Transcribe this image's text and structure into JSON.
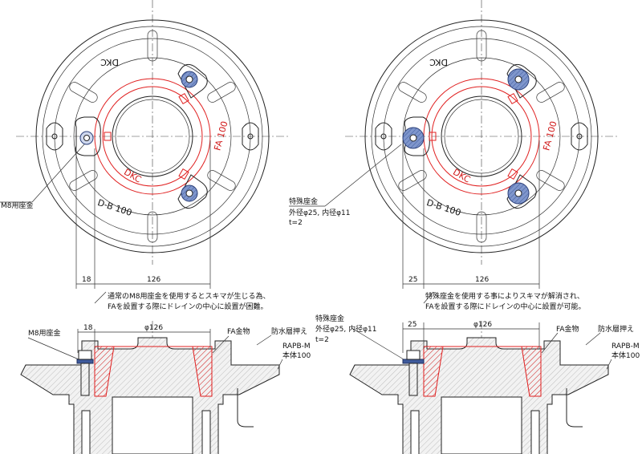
{
  "left_top": {
    "text_dkc_body": "DKC",
    "text_db100": "D-B 100",
    "text_fa100": "FA 100",
    "text_dkc_ring": "DKC",
    "callout_washer": "M8用座金",
    "dim_left": "18",
    "dim_right": "126",
    "note_line1": "通常のM8用座金を使用するとスキマが生じる為、",
    "note_line2": "FAを設置する際にドレインの中心に設置が困難。"
  },
  "right_top": {
    "text_dkc_body": "DKC",
    "text_db100": "D-B 100",
    "text_fa100": "FA 100",
    "text_dkc_ring": "DKC",
    "callout_line1": "特殊座金",
    "callout_line2": "外径φ25, 内径φ11",
    "callout_line3": "t=2",
    "dim_left": "25",
    "dim_right": "126",
    "note_line1": "特殊座金を使用する事によりスキマが解消され、",
    "note_line2": "FAを設置する際にドレインの中心に設置が可能。"
  },
  "left_bottom": {
    "label_washer": "M8用座金",
    "dim_left": "18",
    "dim_diameter": "φ126",
    "label_fa": "FA金物",
    "label_waterproof": "防水層押え",
    "label_rapb1": "RAPB-M",
    "label_rapb2": "本体100"
  },
  "right_bottom": {
    "label_washer1": "特殊座金",
    "label_washer2": "外径φ25, 内径φ11",
    "label_washer3": "t=2",
    "dim_left": "25",
    "dim_diameter": "φ126",
    "label_fa": "FA金物",
    "label_waterproof": "防水層押え",
    "label_rapb1": "RAPB-M",
    "label_rapb2": "本体100"
  },
  "colors": {
    "line": "#222222",
    "red": "#e02020",
    "washer_blue": "#5b78b8",
    "body_fill": "#eeeeee"
  }
}
